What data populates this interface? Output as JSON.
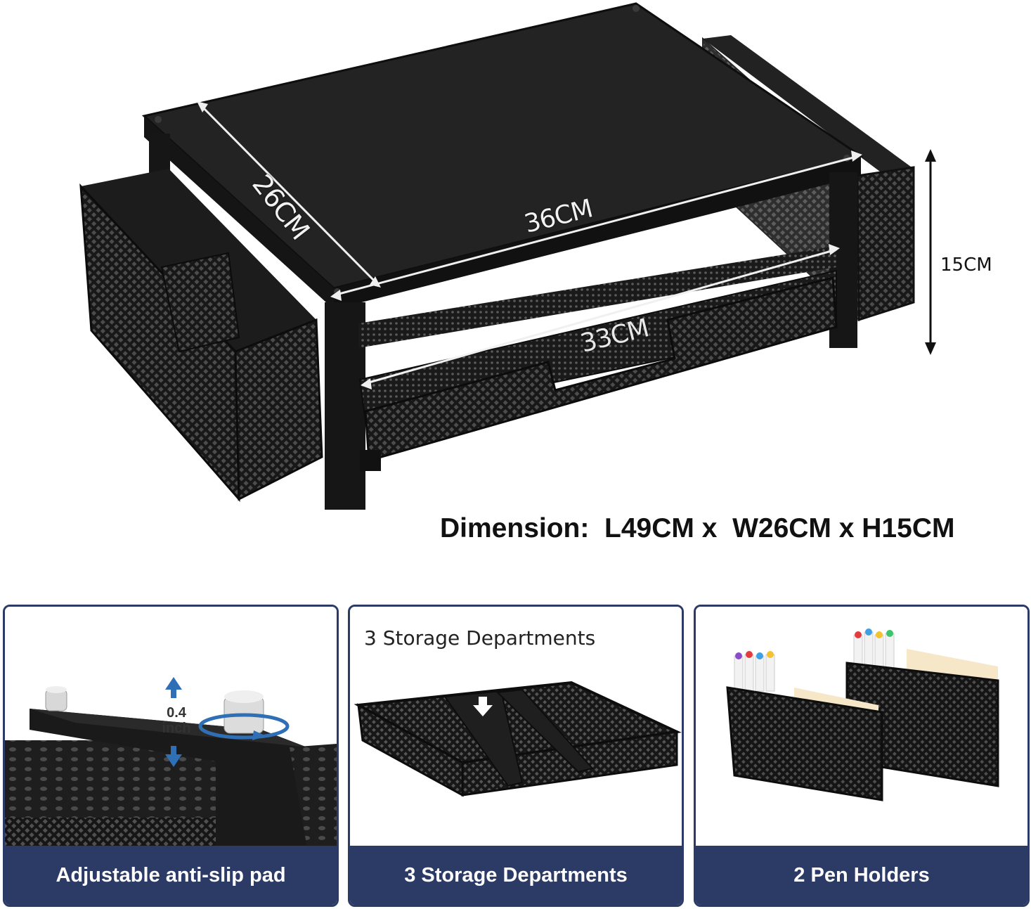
{
  "hero": {
    "width_label": "26CM",
    "length_label": "36CM",
    "depth_label": "33CM",
    "height_label": "15CM",
    "dimension_line": "Dimension:  L49CM x  W26CM x H15CM"
  },
  "cards": [
    {
      "caption": "Adjustable anti-slip pad",
      "pad_adjust_value": "0.4",
      "pad_adjust_unit": "inch"
    },
    {
      "heading": "3 Storage Departments",
      "caption": "3 Storage Departments"
    },
    {
      "caption": "2 Pen Holders"
    }
  ],
  "colors": {
    "accent": "#2c3a66",
    "product": "#1b1b1b",
    "mesh": "#2a2a2a",
    "arrow_blue": "#2f6fb5"
  }
}
